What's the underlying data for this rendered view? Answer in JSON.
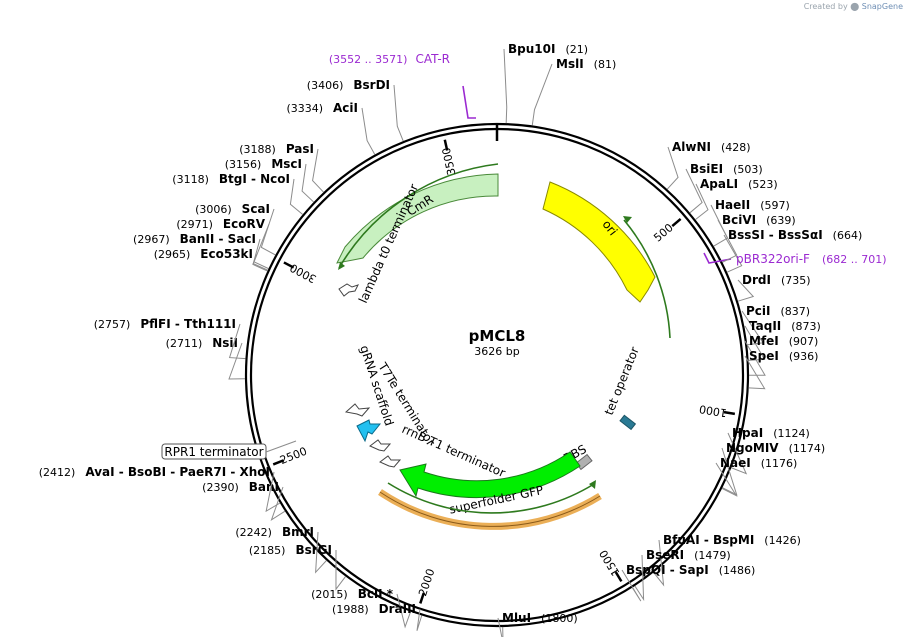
{
  "credit": {
    "prefix": "Created by",
    "brand": "SnapGene"
  },
  "plasmid": {
    "name": "pMCL8",
    "size_label": "3626 bp",
    "length": 3626
  },
  "ticks": [
    {
      "bp": 500,
      "label": "500"
    },
    {
      "bp": 1000,
      "label": "1000"
    },
    {
      "bp": 1500,
      "label": "1500"
    },
    {
      "bp": 2000,
      "label": "2000"
    },
    {
      "bp": 2500,
      "label": "2500"
    },
    {
      "bp": 3000,
      "label": "3000"
    },
    {
      "bp": 3500,
      "label": "3500"
    }
  ],
  "sites": [
    {
      "name": "Bpu10I",
      "pos": "(21)",
      "bp": 21
    },
    {
      "name": "MslI",
      "pos": "(81)",
      "bp": 81
    },
    {
      "name": "AlwNI",
      "pos": "(428)",
      "bp": 428
    },
    {
      "name": "BsiEI",
      "pos": "(503)",
      "bp": 503
    },
    {
      "name": "ApaLI",
      "pos": "(523)",
      "bp": 523
    },
    {
      "name": "HaeII",
      "pos": "(597)",
      "bp": 597
    },
    {
      "name": "BciVI",
      "pos": "(639)",
      "bp": 639
    },
    {
      "name": "BssSI  -  BssSαI",
      "pos": "(664)",
      "bp": 664
    },
    {
      "name": "DrdI",
      "pos": "(735)",
      "bp": 735
    },
    {
      "name": "PciI",
      "pos": "(837)",
      "bp": 837
    },
    {
      "name": "TaqII",
      "pos": "(873)",
      "bp": 873
    },
    {
      "name": "MfeI",
      "pos": "(907)",
      "bp": 907
    },
    {
      "name": "SpeI",
      "pos": "(936)",
      "bp": 936
    },
    {
      "name": "HpaI",
      "pos": "(1124)",
      "bp": 1124
    },
    {
      "name": "NgoMIV",
      "pos": "(1174)",
      "bp": 1174
    },
    {
      "name": "NaeI",
      "pos": "(1176)",
      "bp": 1176
    },
    {
      "name": "BfuAI  -  BspMI",
      "pos": "(1426)",
      "bp": 1426
    },
    {
      "name": "BseRI",
      "pos": "(1479)",
      "bp": 1479
    },
    {
      "name": "BspQI  -  SapI",
      "pos": "(1486)",
      "bp": 1486
    },
    {
      "name": "MluI",
      "pos": "(1800)",
      "bp": 1800
    },
    {
      "name": "BclI *",
      "pos": "(2015)",
      "bp": 2015
    },
    {
      "name": "DraIII",
      "pos": "(1988)",
      "bp": 1988
    },
    {
      "name": "BsrGI",
      "pos": "(2185)",
      "bp": 2185
    },
    {
      "name": "BmrI",
      "pos": "(2242)",
      "bp": 2242
    },
    {
      "name": "BanI",
      "pos": "(2390)",
      "bp": 2390
    },
    {
      "name": "AvaI  -  BsoBI  -  PaeR7I  -  XhoI",
      "pos": "(2412)",
      "bp": 2412
    },
    {
      "name": "NsiI",
      "pos": "(2711)",
      "bp": 2711
    },
    {
      "name": "PflFI  -  Tth111I",
      "pos": "(2757)",
      "bp": 2757
    },
    {
      "name": "Eco53kI",
      "pos": "(2965)",
      "bp": 2965
    },
    {
      "name": "BanII  -  SacI",
      "pos": "(2967)",
      "bp": 2967
    },
    {
      "name": "EcoRV",
      "pos": "(2971)",
      "bp": 2971
    },
    {
      "name": "ScaI",
      "pos": "(3006)",
      "bp": 3006
    },
    {
      "name": "BtgI  -  NcoI",
      "pos": "(3118)",
      "bp": 3118
    },
    {
      "name": "MscI",
      "pos": "(3156)",
      "bp": 3156
    },
    {
      "name": "PasI",
      "pos": "(3188)",
      "bp": 3188
    },
    {
      "name": "AciI",
      "pos": "(3334)",
      "bp": 3334
    },
    {
      "name": "BsrDI",
      "pos": "(3406)",
      "bp": 3406
    }
  ],
  "primers": [
    {
      "name": "CAT-R",
      "pos": "(3552 .. 3571)",
      "bp": 3561
    },
    {
      "name": "pBR322ori-F",
      "pos": "(682 .. 701)",
      "bp": 691
    }
  ],
  "features": [
    {
      "name": "CmR",
      "color": "#c8f0c0"
    },
    {
      "name": "ori",
      "color": "#ffff00"
    },
    {
      "name": "superfolder GFP",
      "color": "#00ee00"
    },
    {
      "name": "tet operator",
      "color": "#2a7a94"
    },
    {
      "name": "RBS",
      "color": "#b0b0b0"
    },
    {
      "name": "lambda t0 terminator",
      "color": "#ffffff"
    },
    {
      "name": "T7Te terminator",
      "color": "#ffffff"
    },
    {
      "name": "rrnB T1 terminator",
      "color": "#ffffff"
    },
    {
      "name": "gRNA scaffold",
      "color": "#23c0f0"
    },
    {
      "name": "RPR1 terminator",
      "color": "#ffffff"
    }
  ]
}
